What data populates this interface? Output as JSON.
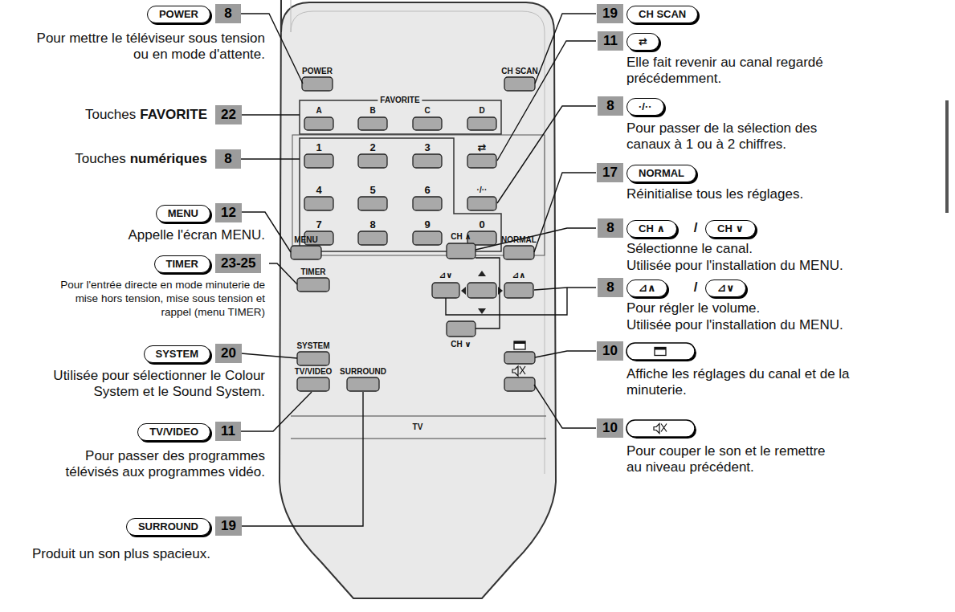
{
  "diagram": {
    "nodes": [
      {
        "text": [
          "POWER"
        ]
      },
      {
        "text": [
          "8"
        ]
      },
      {
        "text": [
          "22"
        ]
      },
      {
        "text": [
          "8"
        ]
      },
      {
        "text": [
          "MENU"
        ]
      },
      {
        "text": [
          "12"
        ]
      },
      {
        "text": [
          "TIMER"
        ]
      },
      {
        "text": [
          "23-25"
        ]
      },
      {
        "text": [
          "SYSTEM"
        ]
      },
      {
        "text": [
          "20"
        ]
      },
      {
        "text": [
          "TV/VIDEO"
        ]
      },
      {
        "text": [
          "11"
        ]
      },
      {
        "text": [
          "SURROUND"
        ]
      },
      {
        "text": [
          "19"
        ]
      },
      {
        "text": [
          "19"
        ]
      },
      {
        "text": [
          "CH SCAN"
        ]
      },
      {
        "text": [
          "11"
        ]
      },
      {
        "text": [
          "⇄"
        ]
      },
      {
        "text": [
          "8"
        ]
      },
      {
        "text": [
          "·/··"
        ]
      },
      {
        "text": [
          "17"
        ]
      },
      {
        "text": [
          "NORMAL"
        ]
      },
      {
        "text": [
          "8"
        ]
      },
      {
        "text": [
          "CH ∧"
        ]
      },
      {
        "text": [
          "CH ∨"
        ]
      },
      {
        "text": [
          "8"
        ]
      },
      {
        "text": [
          "⊿∧"
        ]
      },
      {
        "text": [
          "⊿∨"
        ]
      },
      {
        "text": [
          "10"
        ]
      },
      {
        "text": [
          "10"
        ]
      }
    ],
    "labels": [
      "Pour mettre le téléviseur sous tension ou en mode d'attente.",
      "Touches",
      "FAVORITE",
      "Touches",
      "numériques",
      "Appelle l'écran MENU.",
      "Pour l'entrée directe en mode minuterie de mise hors tension, mise sous tension et rappel (menu TIMER)",
      "Utilisée pour sélectionner le Colour System et le Sound System.",
      "Pour passer des programmes télévisés aux programmes vidéo.",
      "Produit un son plus spacieux.",
      "Elle fait revenir au canal regardé précédemment.",
      "Pour passer de la sélection des canaux à 1 ou à 2 chiffres.",
      "Réinitialise tous les réglages.",
      "/",
      "Sélectionne le canal.",
      "Utilisée pour l'installation du MENU.",
      "/",
      "Pour régler le volume.",
      "Utilisée pour l'installation du MENU.",
      "Affiche les réglages du canal et de la minuterie.",
      "Pour couper le son et le remettre au niveau précédent.",
      "POWER",
      "CH SCAN",
      "FAVORITE",
      "A",
      "B",
      "C",
      "D",
      "1",
      "2",
      "3",
      "⇄",
      "4",
      "5",
      "6",
      "·/··",
      "7",
      "8",
      "9",
      "0",
      "MENU",
      "CH ∧",
      "NORMAL",
      "TIMER",
      "⊿∨",
      "⊿∧",
      "SYSTEM",
      "CH ∨",
      "TV/VIDEO",
      "SURROUND",
      "TV"
    ]
  }
}
